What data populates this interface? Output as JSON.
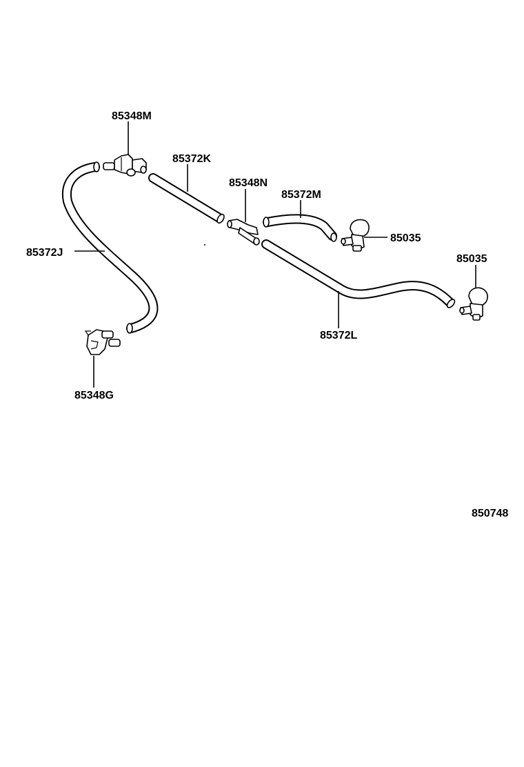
{
  "diagram": {
    "labels": {
      "p85348M": "85348M",
      "p85372K": "85372K",
      "p85348N": "85348N",
      "p85372M": "85372M",
      "p85035a": "85035",
      "p85035b": "85035",
      "p85372J": "85372J",
      "p85372L": "85372L",
      "p85348G": "85348G",
      "ref": "850748"
    }
  }
}
